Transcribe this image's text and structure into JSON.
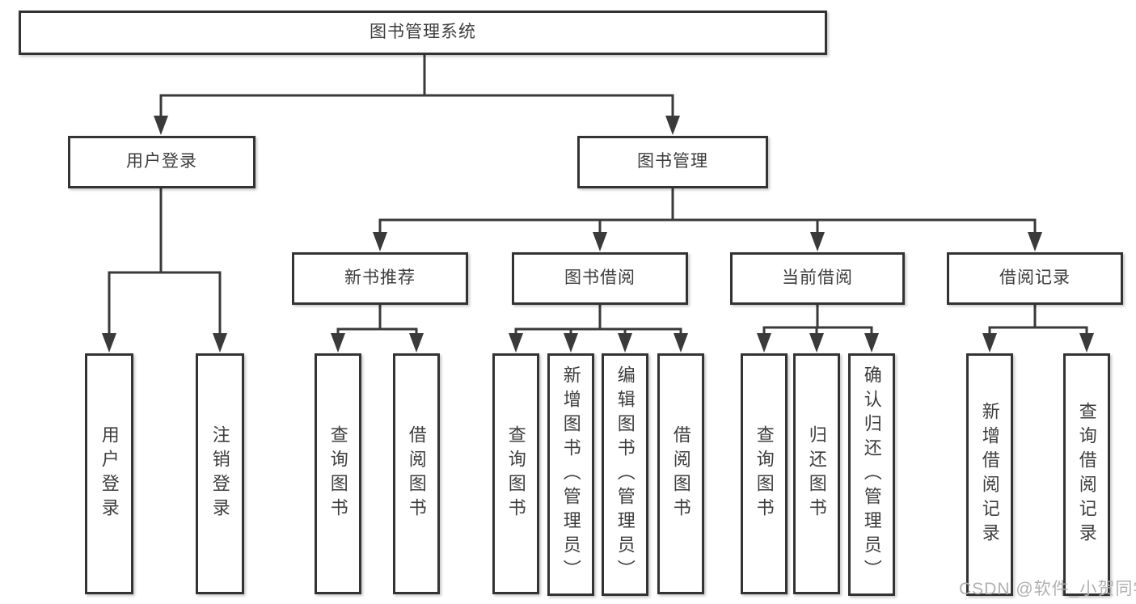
{
  "diagram": {
    "root": {
      "label": "图书管理系统"
    },
    "branches": [
      {
        "label": "用户登录",
        "children": [
          {
            "label": "用户登录"
          },
          {
            "label": "注销登录"
          }
        ]
      },
      {
        "label": "图书管理",
        "children": [
          {
            "label": "新书推荐",
            "children": [
              {
                "label": "查询图书"
              },
              {
                "label": "借阅图书"
              }
            ]
          },
          {
            "label": "图书借阅",
            "children": [
              {
                "label": "查询图书"
              },
              {
                "label": "新增图书（管理员）"
              },
              {
                "label": "编辑图书（管理员）"
              },
              {
                "label": "借阅图书"
              }
            ]
          },
          {
            "label": "当前借阅",
            "children": [
              {
                "label": "查询图书"
              },
              {
                "label": "归还图书"
              },
              {
                "label": "确认归还（管理员）"
              }
            ]
          },
          {
            "label": "借阅记录",
            "children": [
              {
                "label": "新增借阅记录"
              },
              {
                "label": "查询借阅记录"
              }
            ]
          }
        ]
      }
    ]
  },
  "watermark": "CSDN @软件_小贺同学",
  "colors": {
    "line": "#3a3a3a",
    "box_border": "#333333",
    "text": "#3d3d3d",
    "watermark": "#b0b0b0",
    "background": "#ffffff"
  }
}
